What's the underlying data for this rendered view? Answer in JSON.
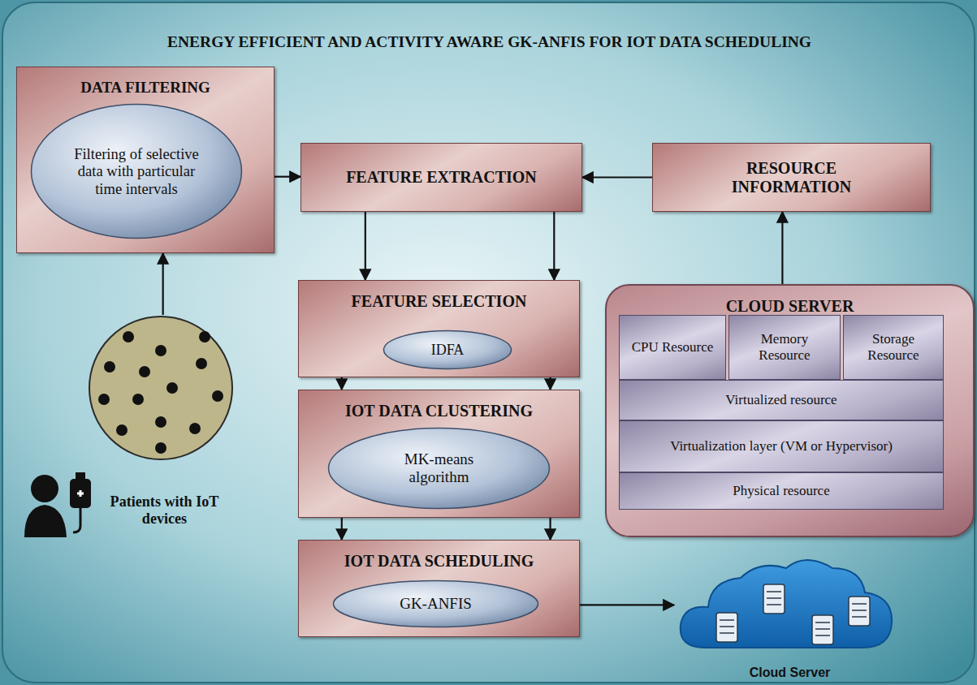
{
  "diagram": {
    "title": "ENERGY EFFICIENT AND ACTIVITY AWARE GK-ANFIS FOR IOT DATA SCHEDULING",
    "nodes": [
      {
        "text": [
          "DATA FILTERING"
        ]
      },
      {
        "text": [
          "Filtering of selective data with particular time intervals"
        ],
        "in": 0
      },
      {
        "text": [
          "FEATURE EXTRACTION"
        ]
      },
      {
        "text": [
          "RESOURCE INFORMATION"
        ]
      },
      {
        "text": [
          "FEATURE SELECTION"
        ]
      },
      {
        "text": [
          "IDFA"
        ],
        "in": 4
      },
      {
        "text": [
          "IOT DATA CLUSTERING"
        ]
      },
      {
        "text": [
          "MK-means algorithm"
        ],
        "in": 6
      },
      {
        "text": [
          "CLOUD SERVER"
        ]
      },
      {
        "text": [
          "CPU Resource"
        ],
        "in": 8
      },
      {
        "text": [
          "Memory Resource"
        ],
        "in": 8
      },
      {
        "text": [
          "Storage Resource"
        ],
        "in": 8
      },
      {
        "text": [
          "Virtualized resource"
        ],
        "in": 8
      },
      {
        "text": [
          "Virtualization layer (VM or Hypervisor)"
        ],
        "in": 8
      },
      {
        "text": [
          "Physical resource"
        ],
        "in": 8
      },
      {
        "text": [
          "IOT DATA SCHEDULING"
        ]
      },
      {
        "text": [
          "GK-ANFIS"
        ],
        "in": 15
      },
      {
        "text": [
          "Patients with IoT devices"
        ]
      },
      {
        "text": [
          "Cloud Server"
        ]
      }
    ],
    "edges": [
      {
        "from": 17,
        "to": 0,
        "arrow": "to"
      },
      {
        "from": 0,
        "to": 2,
        "arrow": "to"
      },
      {
        "from": 3,
        "to": 2,
        "arrow": "to"
      },
      {
        "from": 8,
        "to": 3,
        "arrow": "to"
      },
      {
        "from": 2,
        "to": 4,
        "arrow": "to"
      },
      {
        "from": 2,
        "to": 4,
        "arrow": "to"
      },
      {
        "from": 4,
        "to": 6,
        "arrow": "to"
      },
      {
        "from": 4,
        "to": 6,
        "arrow": "to"
      },
      {
        "from": 6,
        "to": 15,
        "arrow": "to"
      },
      {
        "from": 6,
        "to": 15,
        "arrow": "to"
      },
      {
        "from": 15,
        "to": 18,
        "arrow": "to"
      }
    ]
  }
}
